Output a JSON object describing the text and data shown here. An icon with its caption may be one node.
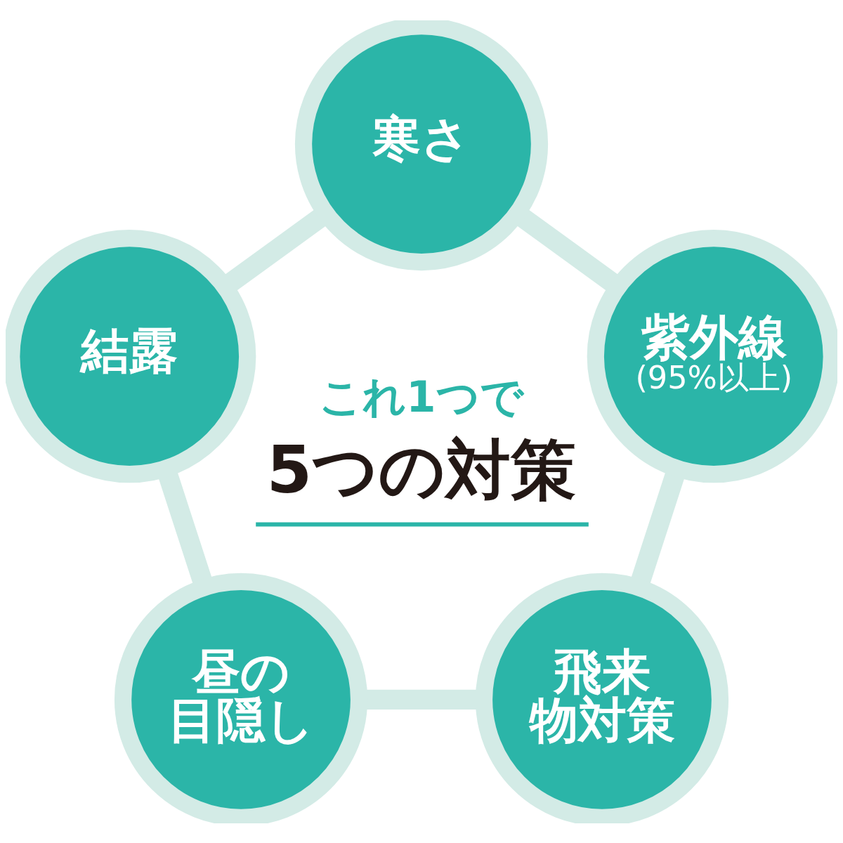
{
  "diagram": {
    "nodes": [
      {
        "text": [
          "寒さ"
        ]
      },
      {
        "text": [
          "紫外線",
          "(95%以上)"
        ]
      },
      {
        "text": [
          "飛来物対策"
        ]
      },
      {
        "text": [
          "昼の目隠し"
        ]
      },
      {
        "text": [
          "結露"
        ]
      }
    ],
    "edges": [
      {
        "from": 0,
        "to": 1,
        "arrow": "none"
      },
      {
        "from": 1,
        "to": 2,
        "arrow": "none"
      },
      {
        "from": 2,
        "to": 3,
        "arrow": "none"
      },
      {
        "from": 3,
        "to": 4,
        "arrow": "none"
      },
      {
        "from": 4,
        "to": 0,
        "arrow": "none"
      }
    ],
    "labels": [
      "これ1つで",
      "5つの対策"
    ]
  }
}
